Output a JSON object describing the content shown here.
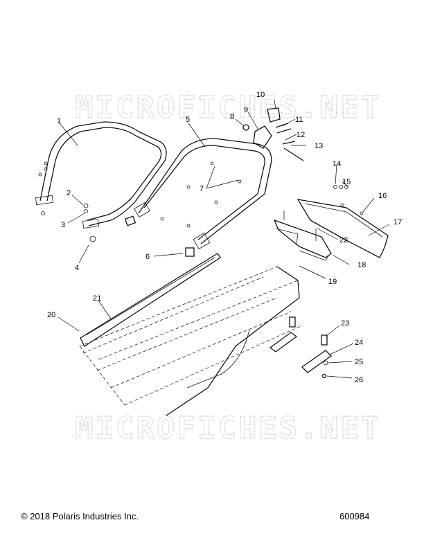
{
  "watermark": {
    "top": "MICROFICHES.NET",
    "bottom": "MICROFICHES.NET"
  },
  "callouts": [
    "1",
    "2",
    "3",
    "4",
    "5",
    "6",
    "7",
    "8",
    "9",
    "10",
    "11",
    "12",
    "13",
    "14",
    "15",
    "16",
    "17",
    "18",
    "19",
    "20",
    "21",
    "22",
    "23",
    "24",
    "25",
    "26"
  ],
  "footer": {
    "copyright": "© 2018 Polaris Industries Inc.",
    "diagram_number": "600984"
  }
}
